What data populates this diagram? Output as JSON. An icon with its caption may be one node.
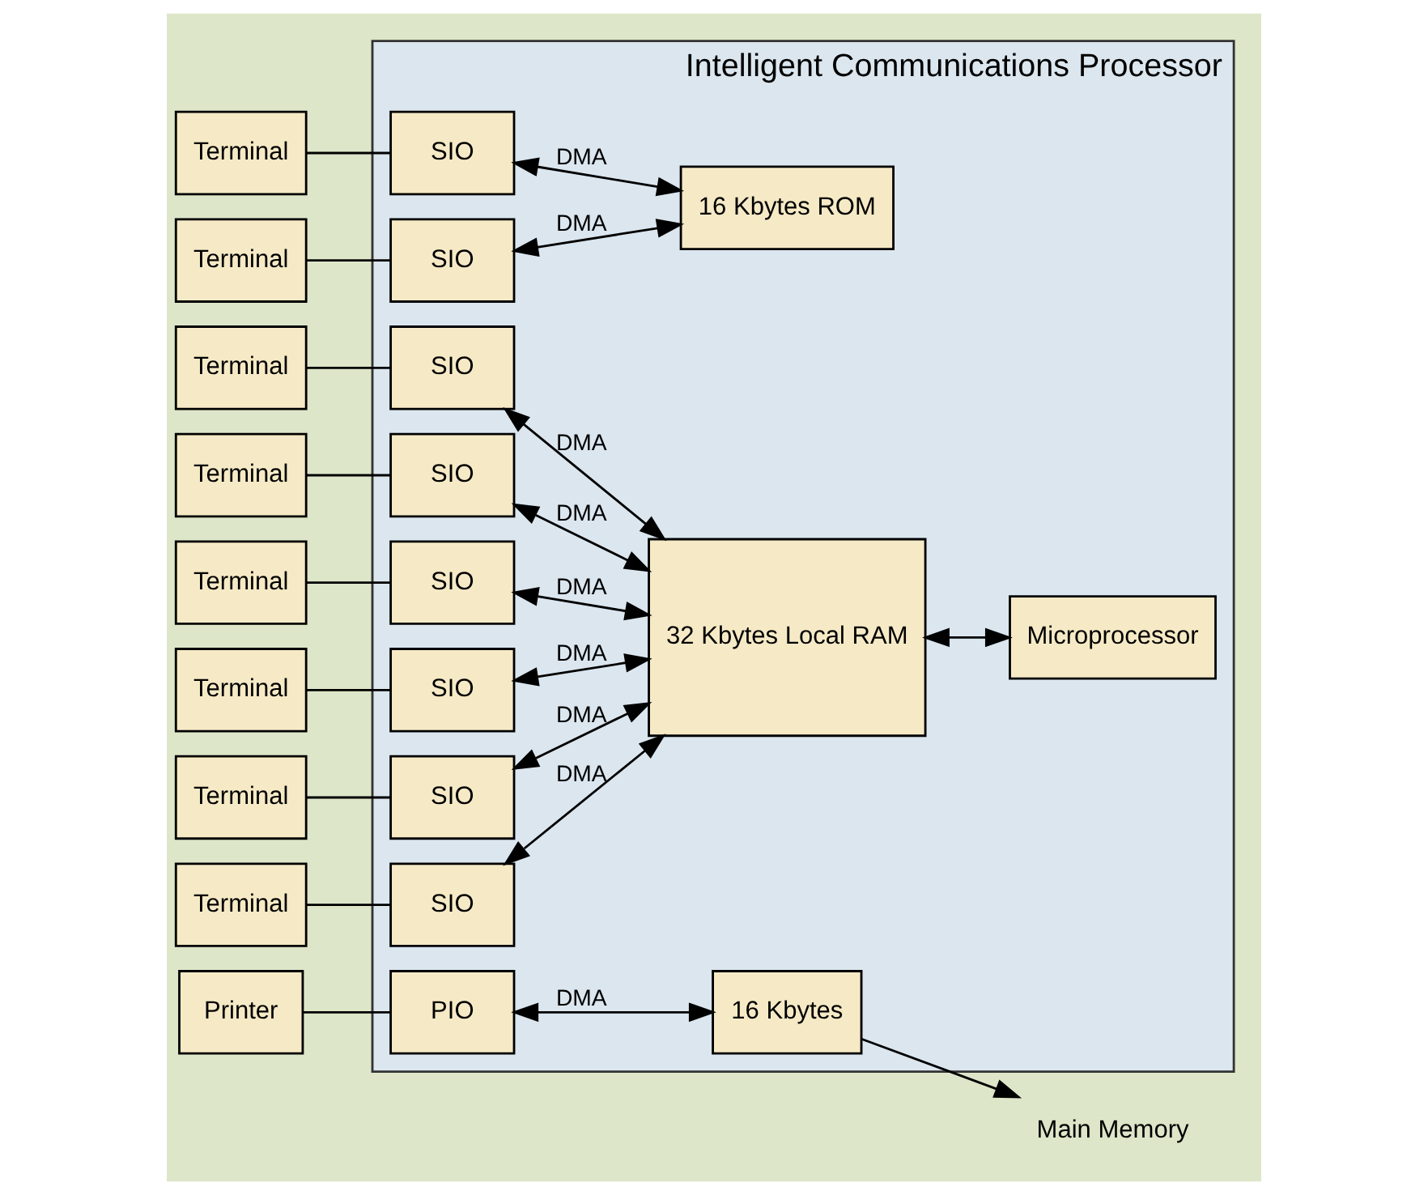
{
  "diagram": {
    "nodes": [
      {
        "text": [
          "Intelligent Communications Processor"
        ]
      },
      {
        "text": [
          "16 Kbytes ROM"
        ],
        "in": 0
      },
      {
        "text": [
          "32 Kbytes Local RAM"
        ],
        "in": 0
      },
      {
        "text": [
          "16 Kbytes"
        ],
        "in": 0
      },
      {
        "text": [
          "Microprocessor"
        ],
        "in": 0
      },
      {
        "text": [
          "SIO"
        ],
        "in": 0
      },
      {
        "text": [
          "SIO"
        ],
        "in": 0
      },
      {
        "text": [
          "SIO"
        ],
        "in": 0
      },
      {
        "text": [
          "SIO"
        ],
        "in": 0
      },
      {
        "text": [
          "SIO"
        ],
        "in": 0
      },
      {
        "text": [
          "SIO"
        ],
        "in": 0
      },
      {
        "text": [
          "SIO"
        ],
        "in": 0
      },
      {
        "text": [
          "SIO"
        ],
        "in": 0
      },
      {
        "text": [
          "PIO"
        ],
        "in": 0
      },
      {
        "text": [
          "Terminal"
        ]
      },
      {
        "text": [
          "Terminal"
        ]
      },
      {
        "text": [
          "Terminal"
        ]
      },
      {
        "text": [
          "Terminal"
        ]
      },
      {
        "text": [
          "Terminal"
        ]
      },
      {
        "text": [
          "Terminal"
        ]
      },
      {
        "text": [
          "Terminal"
        ]
      },
      {
        "text": [
          "Terminal"
        ]
      },
      {
        "text": [
          "Printer"
        ]
      },
      {
        "text": [
          "Main Memory"
        ]
      }
    ],
    "edges": [
      {
        "from": 14,
        "to": 5,
        "arrow": "none"
      },
      {
        "from": 15,
        "to": 6,
        "arrow": "none"
      },
      {
        "from": 16,
        "to": 7,
        "arrow": "none"
      },
      {
        "from": 17,
        "to": 8,
        "arrow": "none"
      },
      {
        "from": 18,
        "to": 9,
        "arrow": "none"
      },
      {
        "from": 19,
        "to": 10,
        "arrow": "none"
      },
      {
        "from": 20,
        "to": 11,
        "arrow": "none"
      },
      {
        "from": 21,
        "to": 12,
        "arrow": "none"
      },
      {
        "from": 22,
        "to": 13,
        "arrow": "none"
      },
      {
        "from": 5,
        "to": 1,
        "arrow": "both",
        "label": "DMA"
      },
      {
        "from": 6,
        "to": 1,
        "arrow": "both",
        "label": "DMA"
      },
      {
        "from": 7,
        "to": 2,
        "arrow": "both",
        "label": "DMA"
      },
      {
        "from": 8,
        "to": 2,
        "arrow": "both",
        "label": "DMA"
      },
      {
        "from": 9,
        "to": 2,
        "arrow": "both",
        "label": "DMA"
      },
      {
        "from": 10,
        "to": 2,
        "arrow": "both",
        "label": "DMA"
      },
      {
        "from": 11,
        "to": 2,
        "arrow": "both",
        "label": "DMA"
      },
      {
        "from": 12,
        "to": 2,
        "arrow": "both",
        "label": "DMA"
      },
      {
        "from": 13,
        "to": 3,
        "arrow": "both",
        "label": "DMA"
      },
      {
        "from": 2,
        "to": 4,
        "arrow": "both"
      },
      {
        "from": 3,
        "to": 23,
        "arrow": "to"
      }
    ]
  }
}
